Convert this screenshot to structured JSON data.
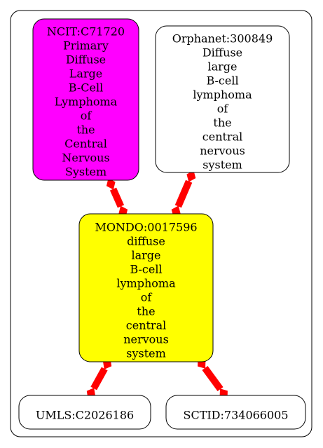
{
  "nodes": [
    {
      "id": "ncit",
      "lines": [
        "NCIT:C71720",
        "Primary",
        "Diffuse",
        "Large",
        "B-Cell",
        "Lymphoma",
        "of",
        "the",
        "Central",
        "Nervous",
        "System"
      ],
      "fill": "#ff00ff"
    },
    {
      "id": "orphanet",
      "lines": [
        "Orphanet:300849",
        "Diffuse",
        "large",
        "B-cell",
        "lymphoma",
        "of",
        "the",
        "central",
        "nervous",
        "system"
      ],
      "fill": "#ffffff"
    },
    {
      "id": "mondo",
      "lines": [
        "MONDO:0017596",
        "diffuse",
        "large",
        "B-cell",
        "lymphoma",
        "of",
        "the",
        "central",
        "nervous",
        "system"
      ],
      "fill": "#ffff00"
    },
    {
      "id": "umls",
      "lines": [
        "UMLS:C2026186"
      ],
      "fill": "#ffffff"
    },
    {
      "id": "sctid",
      "lines": [
        "SCTID:734066005"
      ],
      "fill": "#ffffff"
    }
  ],
  "edges": [
    {
      "from": "ncit",
      "to": "mondo",
      "style": "bidirectional"
    },
    {
      "from": "orphanet",
      "to": "mondo",
      "style": "bidirectional"
    },
    {
      "from": "mondo",
      "to": "umls",
      "style": "bidirectional"
    },
    {
      "from": "mondo",
      "to": "sctid",
      "style": "bidirectional"
    }
  ],
  "colors": {
    "edge": "#ff0000",
    "border": "#000000"
  }
}
